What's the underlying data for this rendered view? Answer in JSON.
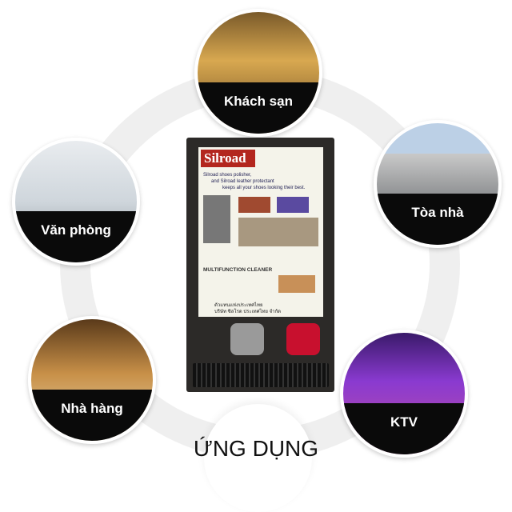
{
  "title": "ỨNG DỤNG",
  "applications": [
    {
      "label": "Khách sạn",
      "photo": "hotel-lobby"
    },
    {
      "label": "Tòa nhà",
      "photo": "office-building"
    },
    {
      "label": "Văn phòng",
      "photo": "office-interior"
    },
    {
      "label": "Nhà hàng",
      "photo": "restaurant"
    },
    {
      "label": "KTV",
      "photo": "karaoke-hall"
    }
  ],
  "product": {
    "brand": "Silroad",
    "tagline": [
      "Silroad shoes polisher,",
      "and Silroad leather protectant",
      "keeps all your shoes looking their best."
    ],
    "section": "MULTIFUNCTION CLEANER",
    "thai": [
      "ตัวแทนแห่งประเทศไทย",
      "บริษัท ซิลโรด ประเทศไทย จำกัด"
    ]
  },
  "colors": {
    "ring": "#efefef",
    "band": "#0a0a0a",
    "brand": "#b3261e"
  }
}
